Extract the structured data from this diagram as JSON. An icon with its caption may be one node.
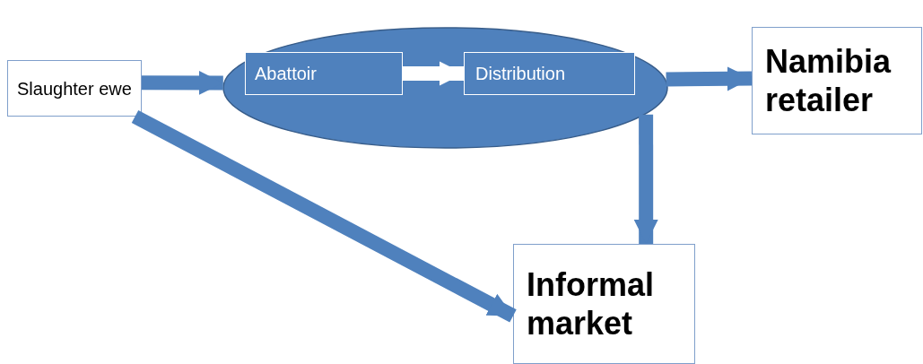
{
  "diagram": {
    "nodes": [
      {
        "text": [
          "Slaughter ewe"
        ]
      },
      {
        "text": [],
        "shape": "ellipse"
      },
      {
        "text": [
          "Abattoir"
        ],
        "in": 1
      },
      {
        "text": [
          "Distribution"
        ],
        "in": 1
      },
      {
        "text": [
          "Namibia retailer"
        ]
      },
      {
        "text": [
          "Informal market"
        ]
      }
    ],
    "edges": [
      {
        "from": 0,
        "to": 1,
        "arrow": "to"
      },
      {
        "from": 2,
        "to": 3,
        "arrow": "to",
        "color": "#ffffff"
      },
      {
        "from": 1,
        "to": 4,
        "arrow": "to"
      },
      {
        "from": 1,
        "to": 5,
        "arrow": "to"
      },
      {
        "from": 0,
        "to": 5,
        "arrow": "to"
      }
    ]
  }
}
